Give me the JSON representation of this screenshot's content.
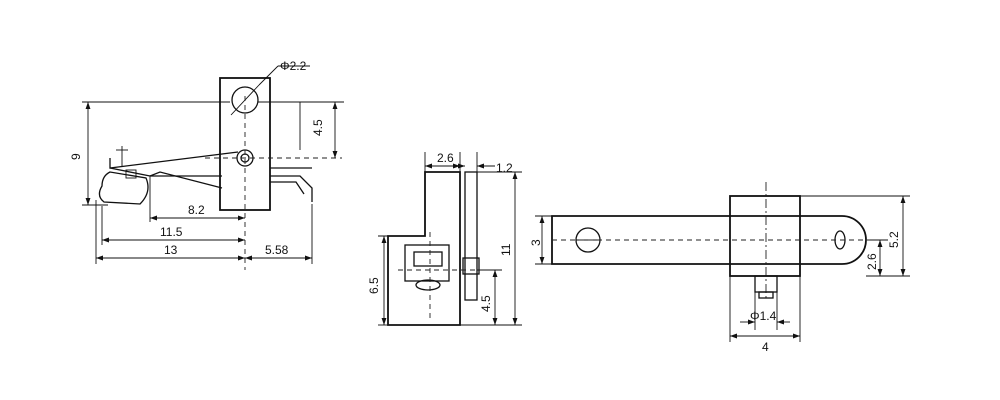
{
  "dims": {
    "hole_dia": "Φ2.2",
    "pivot_offset": "4.5",
    "height": "9",
    "d82": "8.2",
    "d115": "11.5",
    "d13": "13",
    "d558": "5.58",
    "d26": "2.6",
    "d12": "1.2",
    "d11": "11",
    "d65": "6.5",
    "d45b": "4.5",
    "d3": "3",
    "d52": "5.2",
    "d26b": "2.6",
    "pin_dia": "Φ1.4",
    "d4": "4"
  }
}
